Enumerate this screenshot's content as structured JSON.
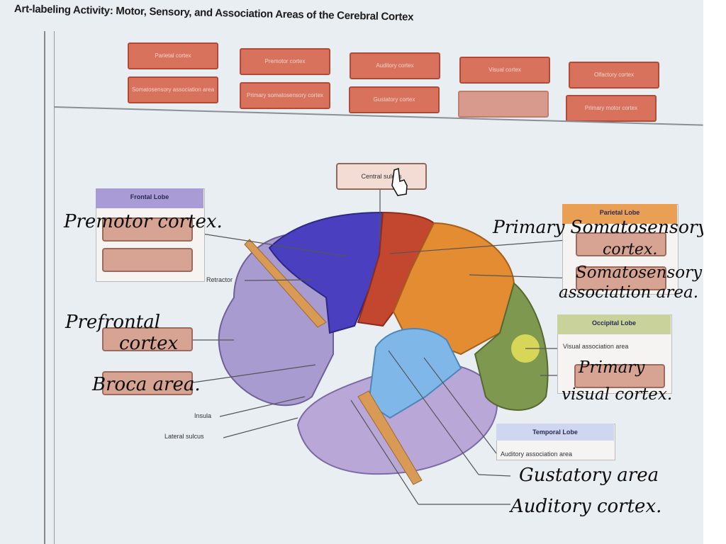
{
  "title": "Art-labeling Activity: Motor, Sensory, and Association Areas of the Cerebral Cortex",
  "bank": {
    "chips": [
      "Parietal cortex",
      "Premotor cortex",
      "Auditory cortex",
      "Visual cortex",
      "Olfactory cortex",
      "Somatosensory association area",
      "Primary somatosensory cortex",
      "Gustatory cortex",
      "",
      "Primary motor cortex"
    ]
  },
  "central_sulcus": "Central sulcus",
  "lobes": {
    "frontal": "Frontal Lobe",
    "parietal": "Parietal Lobe",
    "occipital": "Occipital Lobe",
    "temporal": "Temporal Lobe"
  },
  "printed_labels": {
    "retractor": "Retractor",
    "insula": "Insula",
    "lateral_sulcus": "Lateral sulcus",
    "visual_association": "Visual association area",
    "auditory_association": "Auditory association area"
  },
  "handwritten": {
    "premotor": "Premotor cortex.",
    "prefrontal_1": "Prefrontal",
    "prefrontal_2": "cortex",
    "broca": "Broca area.",
    "primary_somato_1": "Primary Somatosensory",
    "primary_somato_2": "cortex.",
    "somato_assoc_1": "Somatosensory",
    "somato_assoc_2": "association area.",
    "primary_visual_1": "Primary",
    "primary_visual_2": "visual cortex.",
    "gustatory": "Gustatory area",
    "auditory": "Auditory cortex."
  }
}
